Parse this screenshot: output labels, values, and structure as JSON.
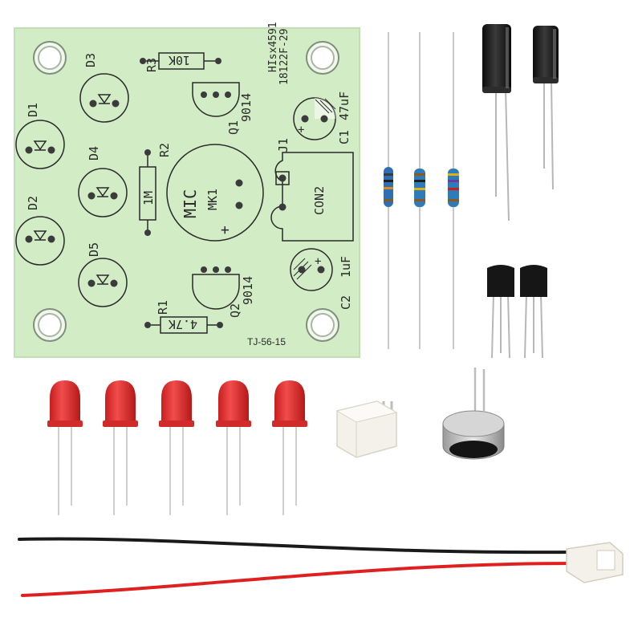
{
  "pcb": {
    "board_id": "TJ-56-15",
    "batch_line1": "HIsx4591",
    "batch_line2": "18122F-29",
    "labels": {
      "d1": "D1",
      "d2": "D2",
      "d3": "D3",
      "d4": "D4",
      "d5": "D5",
      "r1": "R1",
      "r1_value": "4.7K",
      "r2": "R2",
      "r2_value": "1M",
      "r3": "R3",
      "r3_value": "10K",
      "q1": "Q1",
      "q1_part": "9014",
      "q2": "Q2",
      "q2_part": "9014",
      "c1": "C1",
      "c1_value": "47uF",
      "c2": "C2",
      "c2_value": "1uF",
      "mic": "MIC",
      "mk1": "MK1",
      "plus": "+",
      "j1": "J1",
      "con2": "CON2"
    }
  },
  "colors": {
    "board": "#d2ecc6",
    "board_edge": "#bfe0b3",
    "pad": "#9aa39a",
    "led_red": "#e63232",
    "wire_red": "#e02020",
    "wire_black": "#1a1a1a",
    "capacitor": "#151515",
    "connector": "#f4f1ea"
  },
  "icons": [
    "pcb-board",
    "resistor",
    "electrolytic-capacitor",
    "transistor",
    "led",
    "microphone",
    "connector-header",
    "wire-cable"
  ]
}
